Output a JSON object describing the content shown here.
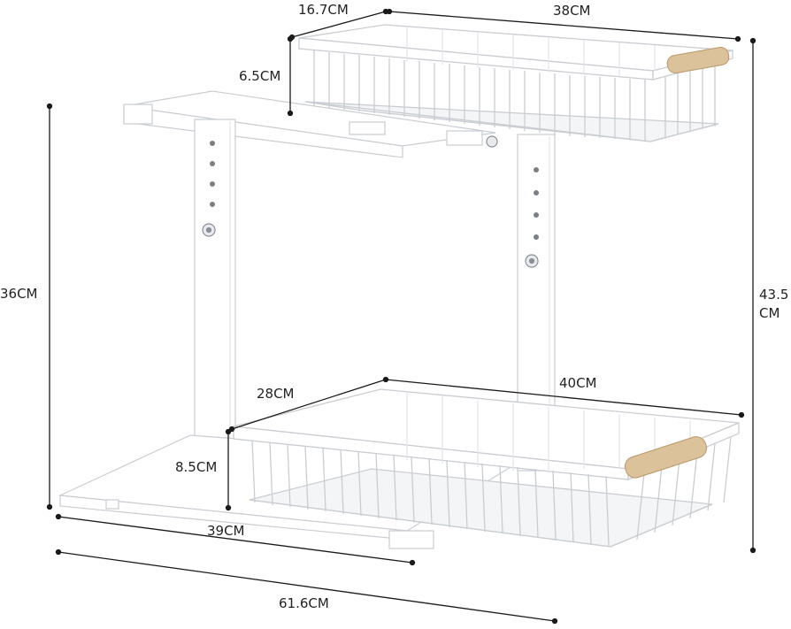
{
  "colors": {
    "rack": "#ffffff",
    "rack_edge": "#c9cdd2",
    "rack_shadow": "#e3e6ea",
    "handle": "#dcc29a",
    "handle_edge": "#b89868",
    "dim_line": "#1a1a1a"
  },
  "dimensions": {
    "top_basket_depth": "16.7CM",
    "top_basket_width": "38CM",
    "top_basket_height": "6.5CM",
    "total_height_line1": "43.5",
    "total_height_line2": "CM",
    "frame_height": "36CM",
    "bottom_basket_depth": "28CM",
    "bottom_basket_width": "40CM",
    "bottom_basket_height": "8.5CM",
    "base_depth": "39CM",
    "total_width": "61.6CM"
  }
}
